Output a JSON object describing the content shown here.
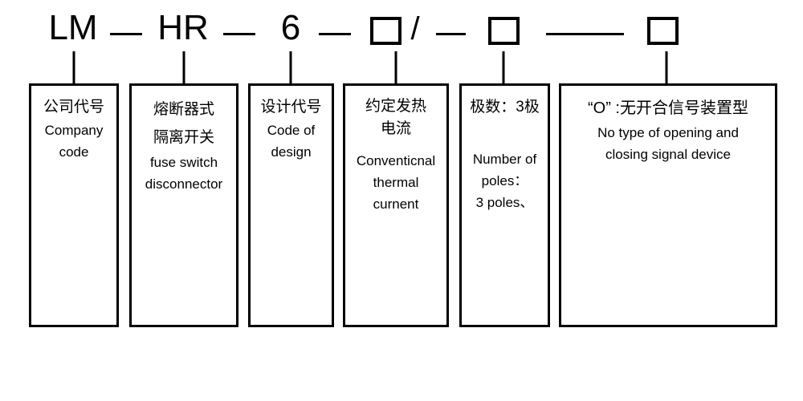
{
  "colors": {
    "background": "#ffffff",
    "line": "#000000",
    "text": "#000000"
  },
  "model_code": {
    "company": "LM",
    "type": "HR",
    "design": "6",
    "slash": "/"
  },
  "boxes": [
    {
      "key": "company-code",
      "lines": [
        {
          "text": "公司代号",
          "lang": "zh"
        },
        {
          "text": "Company",
          "lang": "en"
        },
        {
          "text": "code",
          "lang": "en"
        }
      ]
    },
    {
      "key": "fuse-switch-disconnector",
      "lines": [
        {
          "text": "熔断器式",
          "lang": "zh"
        },
        {
          "text": "隔离开关",
          "lang": "zh"
        },
        {
          "text": "fuse switch",
          "lang": "en"
        },
        {
          "text": "disconnector",
          "lang": "en"
        }
      ]
    },
    {
      "key": "code-of-design",
      "lines": [
        {
          "text": "设计代号",
          "lang": "zh"
        },
        {
          "text": "Code of",
          "lang": "en"
        },
        {
          "text": "design",
          "lang": "en"
        }
      ]
    },
    {
      "key": "conventional-thermal-current",
      "lines": [
        {
          "text": "约定发热",
          "lang": "zh"
        },
        {
          "text": "电流",
          "lang": "zh"
        },
        {
          "text": "Conventicnal",
          "lang": "en"
        },
        {
          "text": "thermal",
          "lang": "en"
        },
        {
          "text": "curnent",
          "lang": "en"
        }
      ]
    },
    {
      "key": "number-of-poles",
      "lines": [
        {
          "text": "极数：3极",
          "lang": "zh"
        },
        {
          "text": "Number of",
          "lang": "en"
        },
        {
          "text": "poles：",
          "lang": "en"
        },
        {
          "text": "3 poles、",
          "lang": "en"
        }
      ]
    },
    {
      "key": "signal-device",
      "lines": [
        {
          "text": "“O” :无开合信号装置型",
          "lang": "zh"
        },
        {
          "text": "No type of opening and",
          "lang": "en"
        },
        {
          "text": "closing signal device",
          "lang": "en"
        }
      ]
    }
  ]
}
